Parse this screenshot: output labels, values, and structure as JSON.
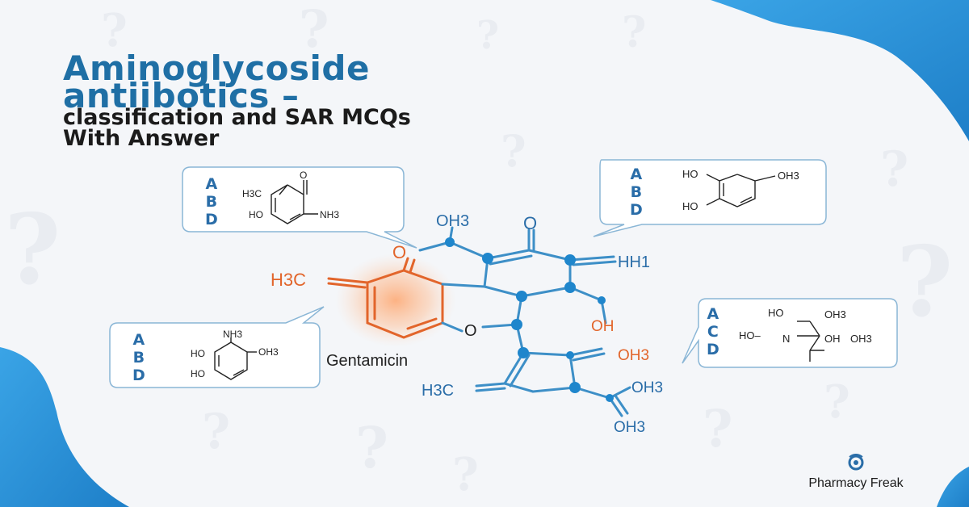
{
  "title": {
    "line1": "Aminoglycoside",
    "line2": "antiibotics –",
    "line3": "classification and SAR MCQs",
    "line4": "With Answer"
  },
  "colors": {
    "primary": "#2a6da8",
    "orange": "#e2652b",
    "bond": "#3d8fc7",
    "atom": "#1f86cc",
    "bg": "#f4f6f9"
  },
  "callouts": [
    {
      "id": "top-left",
      "letters": [
        "A",
        "B",
        "D"
      ],
      "labels": [
        "H3C",
        "O",
        "HO",
        "NH3"
      ]
    },
    {
      "id": "top-right",
      "letters": [
        "A",
        "B",
        "D"
      ],
      "labels": [
        "HO",
        "OH3",
        "HO"
      ]
    },
    {
      "id": "bottom-left",
      "letters": [
        "A",
        "B",
        "D"
      ],
      "labels": [
        "NH3",
        "HO",
        "OH3",
        "HO"
      ]
    },
    {
      "id": "right",
      "letters": [
        "A",
        "C",
        "D"
      ],
      "labels": [
        "HO",
        "OH3",
        "HO–",
        "N",
        "OH",
        "OH3"
      ]
    }
  ],
  "molecule": {
    "name": "Gentamicin",
    "labels": {
      "oh3_top": "OH3",
      "o_top": "O",
      "hh1": "HH1",
      "h3c_left": "H3C",
      "o_ring": "O",
      "o_link": "O",
      "oh_orange": "OH",
      "oh3_orange": "OH3",
      "h3c_bottom": "H3C",
      "oh3_right": "OH3",
      "oh3_bottom": "OH3"
    }
  },
  "brand": {
    "name": "Pharmacy Freak",
    "icon": "pharmacy-freak-logo-icon"
  }
}
